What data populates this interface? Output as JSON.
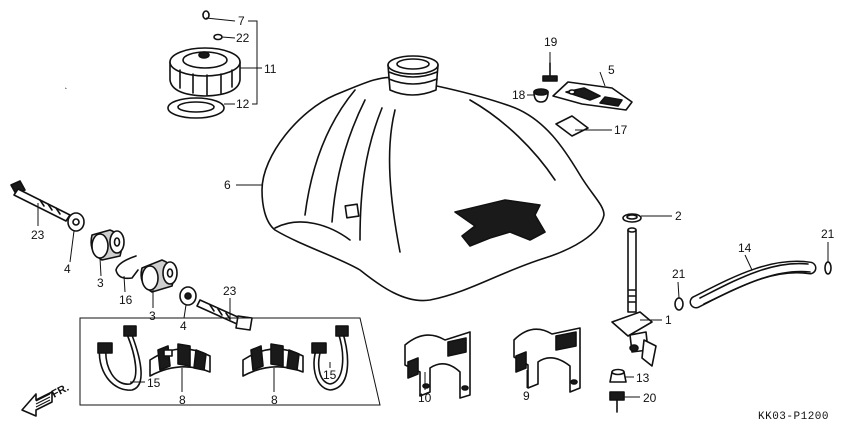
{
  "diagram_code": "KK03-P1200",
  "direction_label": "FR.",
  "callouts": [
    {
      "key": "c7",
      "text": "7"
    },
    {
      "key": "c22",
      "text": "22"
    },
    {
      "key": "c11",
      "text": "11"
    },
    {
      "key": "c12",
      "text": "12"
    },
    {
      "key": "c19",
      "text": "19"
    },
    {
      "key": "c5",
      "text": "5"
    },
    {
      "key": "c18",
      "text": "18"
    },
    {
      "key": "c17",
      "text": "17"
    },
    {
      "key": "c6",
      "text": "6"
    },
    {
      "key": "c2",
      "text": "2"
    },
    {
      "key": "c14",
      "text": "14"
    },
    {
      "key": "c21a",
      "text": "21"
    },
    {
      "key": "c21b",
      "text": "21"
    },
    {
      "key": "c1",
      "text": "1"
    },
    {
      "key": "c13",
      "text": "13"
    },
    {
      "key": "c20",
      "text": "20"
    },
    {
      "key": "c23a",
      "text": "23"
    },
    {
      "key": "c4a",
      "text": "4"
    },
    {
      "key": "c3a",
      "text": "3"
    },
    {
      "key": "c16",
      "text": "16"
    },
    {
      "key": "c3b",
      "text": "3"
    },
    {
      "key": "c4b",
      "text": "4"
    },
    {
      "key": "c23b",
      "text": "23"
    },
    {
      "key": "c15a",
      "text": "15"
    },
    {
      "key": "c8a",
      "text": "8"
    },
    {
      "key": "c8b",
      "text": "8"
    },
    {
      "key": "c15b",
      "text": "15"
    },
    {
      "key": "c10",
      "text": "10"
    },
    {
      "key": "c9",
      "text": "9"
    }
  ]
}
